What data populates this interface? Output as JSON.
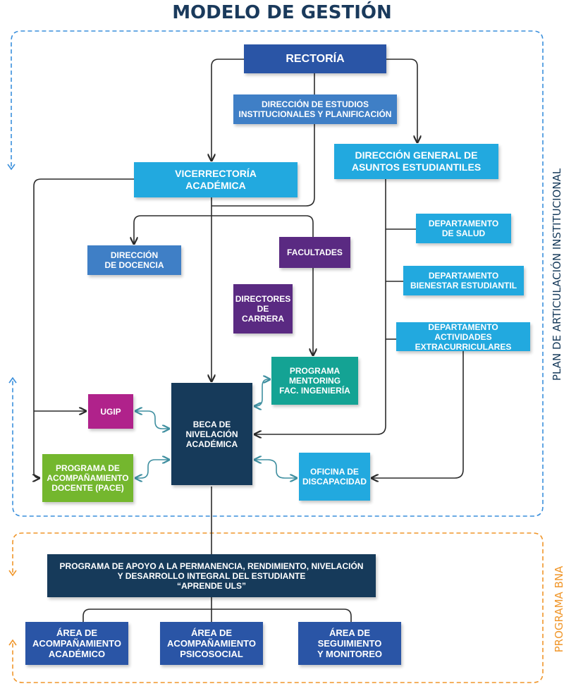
{
  "title": "MODELO DE GESTIÓN",
  "side_labels": {
    "top": "PLAN DE ARTICULACIÓN INSTITUCIONAL",
    "bottom": "PROGRAMA BNA"
  },
  "colors": {
    "navy": "#163a5a",
    "royal": "#2a55a6",
    "steel": "#3f7fc6",
    "sky": "#22a9df",
    "purple": "#5a2a82",
    "magenta": "#b0228b",
    "teal": "#14a394",
    "green": "#74b72e",
    "blue_dash": "#3a8fdc",
    "orange_dash": "#f0962a",
    "connector": "#2b2b2b",
    "teal_arrow": "#3f8fa0"
  },
  "boxes": {
    "rectoria": "RECTORÍA",
    "estudios": "DIRECCIÓN DE ESTUDIOS\nINSTITUCIONALES Y PLANIFICACIÓN",
    "vicerrectoria": "VICERRECTORÍA\nACADÉMICA",
    "dgae": "DIRECCIÓN GENERAL DE\nASUNTOS ESTUDIANTILES",
    "docencia": "DIRECCIÓN\nDE DOCENCIA",
    "facultades": "FACULTADES",
    "directores": "DIRECTORES\nDE\nCARRERA",
    "salud": "DEPARTAMENTO\nDE SALUD",
    "bienestar": "DEPARTAMENTO\nBIENESTAR ESTUDIANTIL",
    "actividades": "DEPARTAMENTO ACTIVIDADES\nEXTRACURRICULARES",
    "mentoring": "PROGRAMA\nMENTORING\nFAC. INGENIERÍA",
    "ugip": "UGIP",
    "beca": "BECA DE\nNIVELACIÓN\nACADÉMICA",
    "pace": "PROGRAMA DE\nACOMPAÑAMIENTO\nDOCENTE (PACE)",
    "discapacidad": "OFICINA DE\nDISCAPACIDAD",
    "aprende": "PROGRAMA DE APOYO A LA PERMANENCIA, RENDIMIENTO, NIVELACIÓN\nY DESARROLLO INTEGRAL DEL ESTUDIANTE\n“APRENDE ULS”",
    "area_academico": "ÁREA DE\nACOMPAÑAMIENTO\nACADÉMICO",
    "area_psicosocial": "ÁREA DE\nACOMPAÑAMIENTO\nPSICOSOCIAL",
    "area_seguimiento": "ÁREA DE\nSEGUIMIENTO\nY MONITOREO"
  }
}
